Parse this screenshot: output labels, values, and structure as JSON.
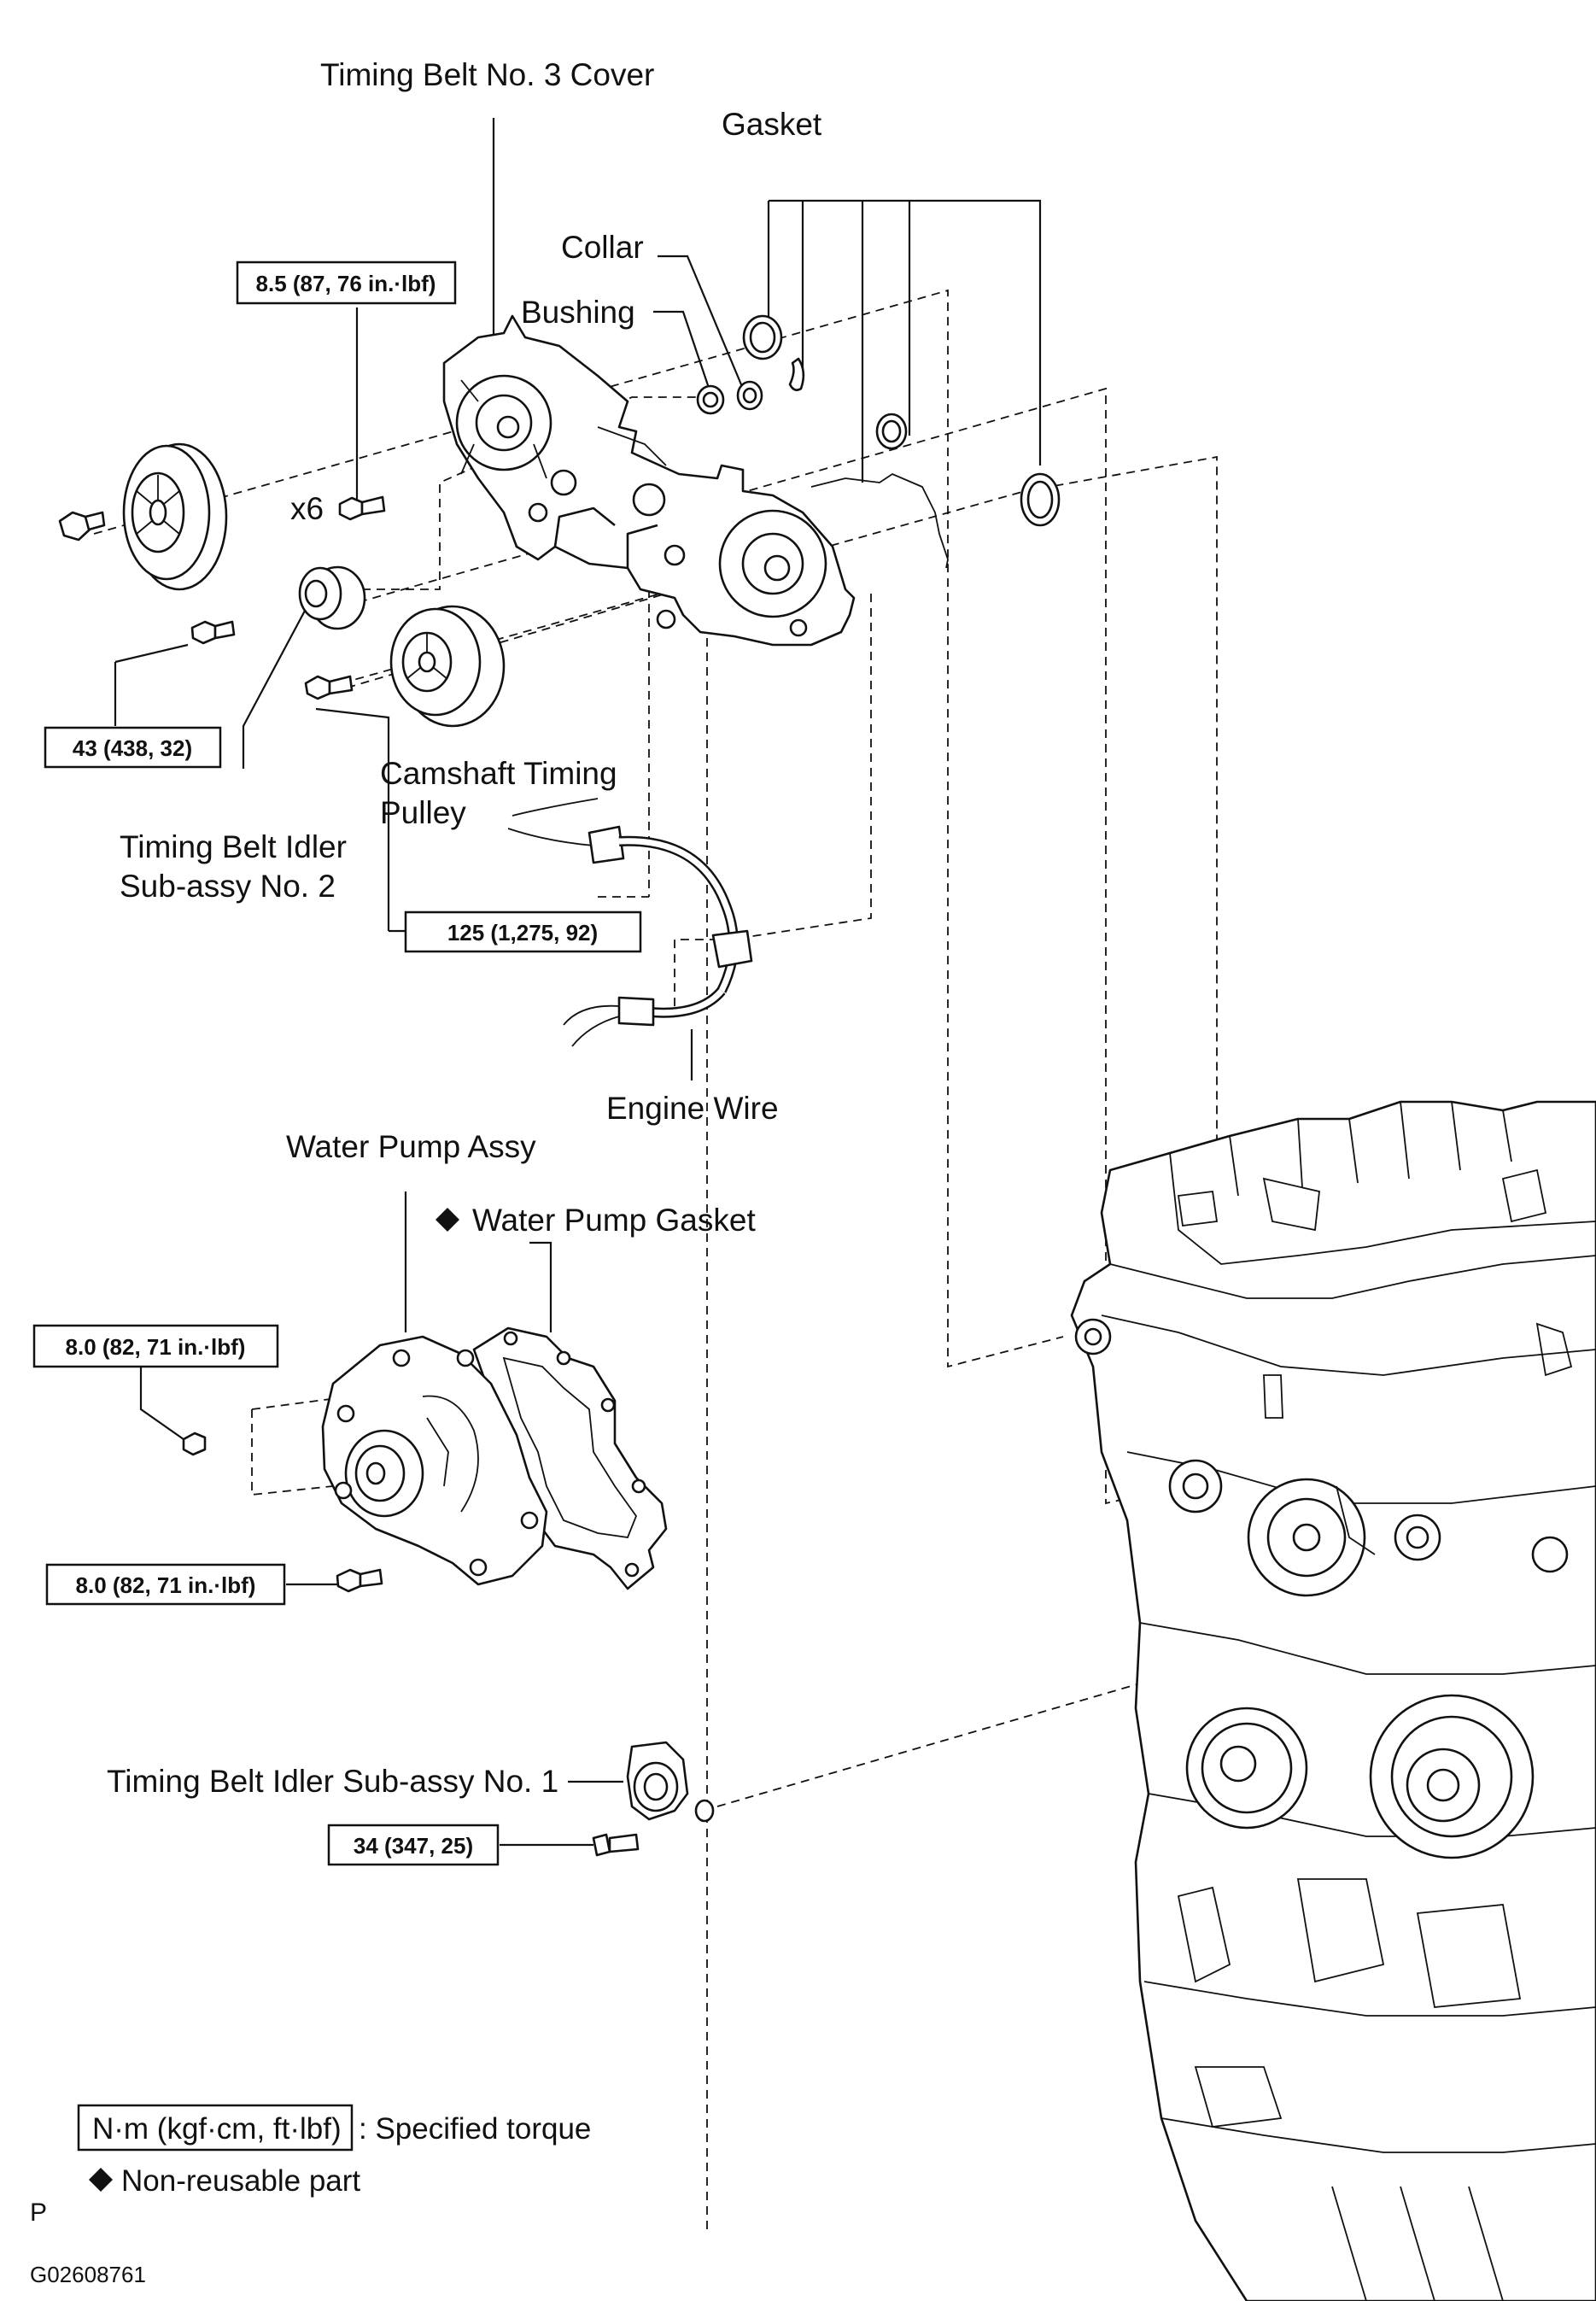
{
  "labels": {
    "timing_belt_cover": "Timing Belt No. 3 Cover",
    "gasket": "Gasket",
    "collar": "Collar",
    "bushing": "Bushing",
    "multiplier": "x6",
    "camshaft_pulley_line1": "Camshaft Timing",
    "camshaft_pulley_line2": "Pulley",
    "idler2_line1": "Timing Belt Idler",
    "idler2_line2": "Sub-assy No. 2",
    "engine_wire": "Engine Wire",
    "water_pump_assy": "Water Pump Assy",
    "water_pump_gasket": "Water Pump Gasket",
    "idler1": "Timing Belt Idler Sub-assy No. 1"
  },
  "torques": {
    "cover_bolt": "8.5 (87, 76 in.·lbf)",
    "idler2_bolt": "43 (438, 32)",
    "pulley_bolt": "125 (1,275, 92)",
    "pump_bolt_upper": "8.0 (82, 71 in.·lbf)",
    "pump_bolt_lower": "8.0 (82, 71 in.·lbf)",
    "idler1_bolt": "34 (347, 25)"
  },
  "legend": {
    "torque_unit": "N·m (kgf·cm, ft·lbf)",
    "torque_text": ": Specified torque",
    "nonreusable_text": "Non-reusable part"
  },
  "footer": {
    "page_letter": "P",
    "figure_id": "G02608761"
  },
  "icons": {
    "nonreusable_marker": "diamond-icon"
  }
}
